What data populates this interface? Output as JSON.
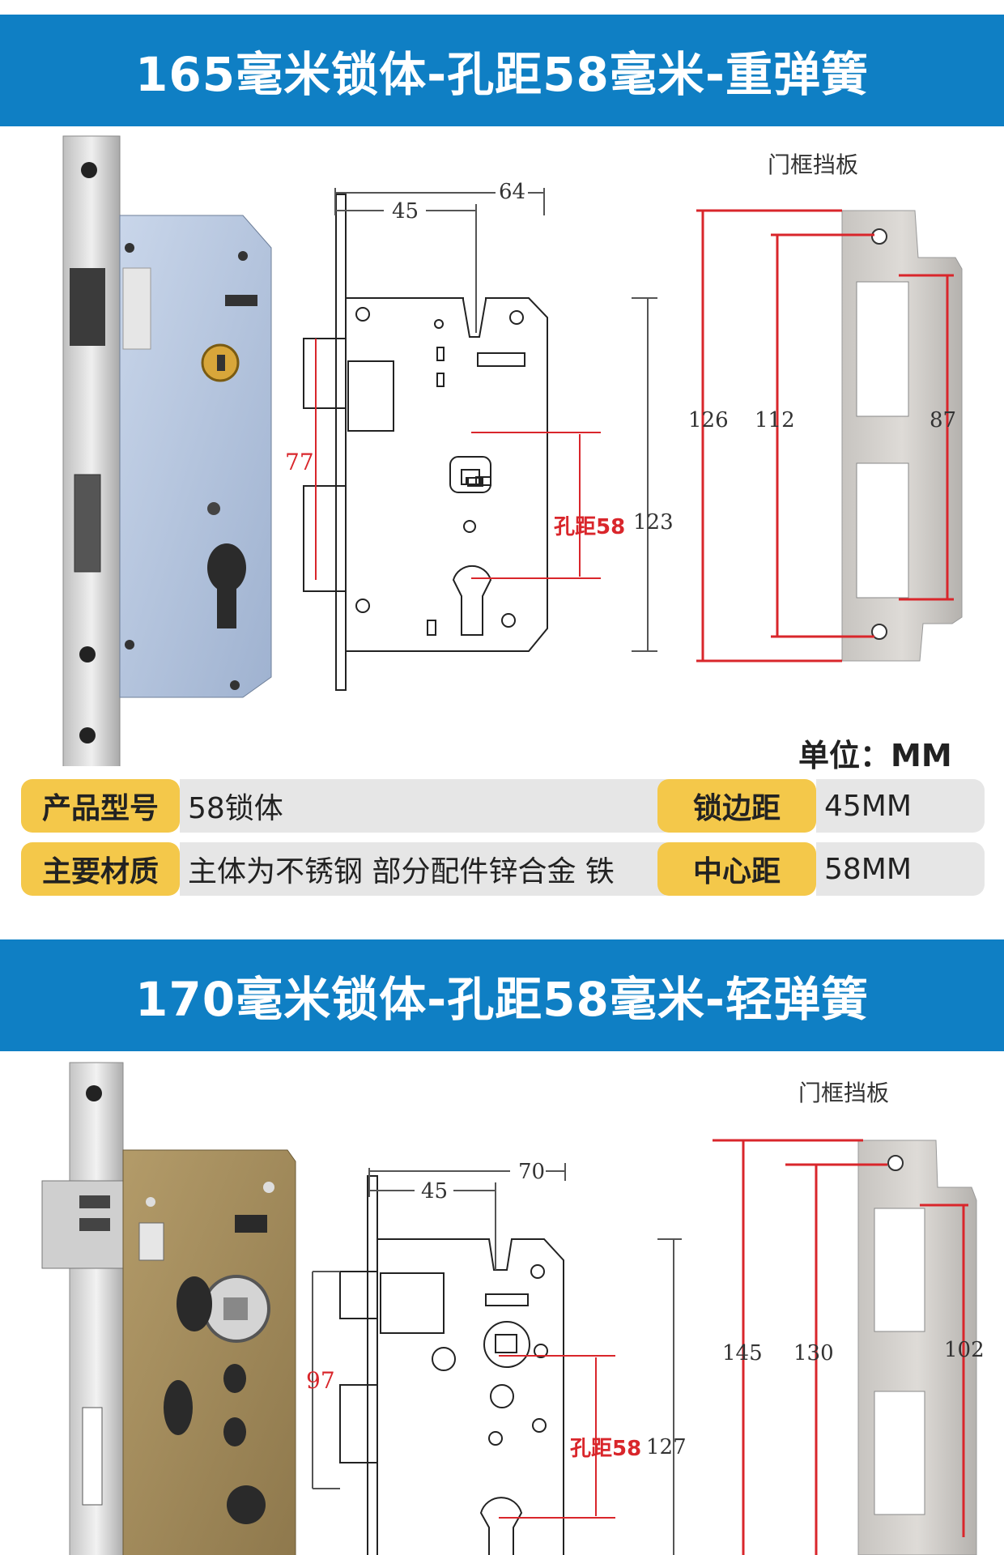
{
  "section1": {
    "title": "165毫米锁体-孔距58毫米-重弹簧",
    "strike_caption": "门框挡板",
    "dims": {
      "top_total": "64",
      "top_backset": "45",
      "height": "123",
      "side_red": "77",
      "hole_label": "孔距58",
      "strike_total": "126",
      "strike_mid": "112",
      "strike_inner": "87"
    },
    "unit": "单位：MM",
    "specs": {
      "model_label": "产品型号",
      "model_value": "58锁体",
      "backset_label": "锁边距",
      "backset_value": "45MM",
      "material_label": "主要材质",
      "material_value": "主体为不锈钢 部分配件锌合金 铁",
      "center_label": "中心距",
      "center_value": "58MM"
    }
  },
  "section2": {
    "title": "170毫米锁体-孔距58毫米-轻弹簧",
    "strike_caption": "门框挡板",
    "dims": {
      "top_total": "70",
      "top_backset": "45",
      "height": "127",
      "side_red": "97",
      "hole_label": "孔距58",
      "strike_total": "145",
      "strike_mid": "130",
      "strike_inner": "102"
    }
  }
}
